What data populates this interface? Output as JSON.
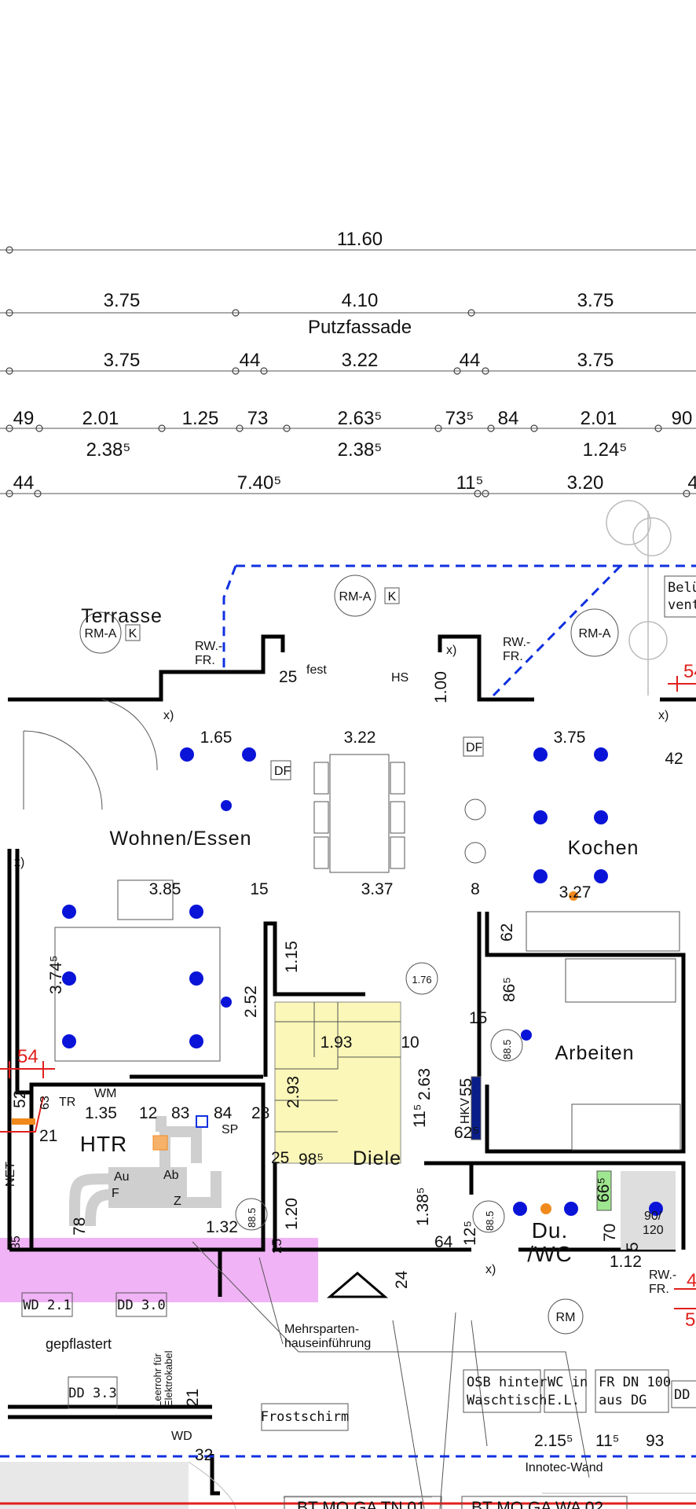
{
  "dimensions": {
    "row1": {
      "total": "11.60"
    },
    "row2": {
      "left": "3.75",
      "mid": "4.10",
      "right": "3.75",
      "label": "Putzfassade"
    },
    "row3": {
      "a": "3.75",
      "b": "44",
      "c": "3.22",
      "d": "44",
      "e": "3.75"
    },
    "row4": {
      "a": "49",
      "b": "2.01",
      "c": "1.25",
      "d": "73",
      "e": "2.63⁵",
      "f": "73⁵",
      "g": "84",
      "h": "2.01",
      "i": "90",
      "sub_a": "2.38⁵",
      "sub_b": "2.38⁵",
      "sub_c": "1.24⁵"
    },
    "row5": {
      "a": "44",
      "b": "7.40⁵",
      "c": "11⁵",
      "d": "3.20",
      "e": "4"
    }
  },
  "rooms": {
    "terrasse": "Terrasse",
    "wohnen": "Wohnen/Essen",
    "kochen": "Kochen",
    "arbeiten": "Arbeiten",
    "htr": "HTR",
    "diele": "Diele",
    "du": "Du.",
    "wc": "/WC",
    "gepflastert": "gepflastert"
  },
  "tags": {
    "rma_k_1": "RM-A",
    "k1": "K",
    "rma_k_2": "RM-A",
    "k2": "K",
    "rma_3": "RM-A",
    "rm": "RM"
  },
  "labels": {
    "rw1": "RW.-",
    "fr1": "FR.",
    "rw2": "RW.-",
    "fr2": "FR.",
    "rw3": "RW.-",
    "fr3": "FR.",
    "fest": "fest",
    "hs": "HS",
    "d25": "25",
    "d100": "1.00",
    "x1": "x)",
    "x2": "x)",
    "x3": "x)",
    "x4": "x)",
    "x5": "x)",
    "red54a": "54",
    "red54b": "54",
    "red54c": "54",
    "red4": "4",
    "df1": "DF",
    "df2": "DF",
    "d165": "1.65",
    "d322": "3.22",
    "d375": "3.75",
    "d42": "42",
    "d385": "3.85",
    "d15a": "15",
    "d337": "3.37",
    "d8": "8",
    "d327": "3.27",
    "d374": "3.74⁵",
    "d115": "1.15",
    "d252": "2.52",
    "c176": "1.76",
    "d62": "62",
    "d865": "86⁵",
    "d15b": "15",
    "c885a": "88.5",
    "d55": "55",
    "hkv": "HKV",
    "d625": "62⁵",
    "d193": "1.93",
    "d10": "10",
    "d293": "2.93",
    "d263": "2.63",
    "d115b": "11⁵",
    "d25b": "25",
    "d985": "98⁵",
    "d1385": "1.38⁵",
    "d64": "64",
    "d125": "12⁵",
    "c885b": "88.5",
    "d665": "66⁵",
    "d70": "70",
    "d90120a": "90/",
    "d90120b": "120",
    "d112": "1.12",
    "d5": "5",
    "d24": "24",
    "d52": "52",
    "d63": "63",
    "tr": "TR",
    "wm": "WM",
    "d135": "1.35",
    "d12": "12",
    "d83": "83",
    "d84": "84",
    "d28": "28",
    "sp": "SP",
    "d21": "21",
    "au": "Au",
    "ab": "Ab",
    "f": "F",
    "z": "Z",
    "d132": "1.32",
    "c885c": "88.5",
    "d25c": "25",
    "d120": "1.20",
    "d78": "78",
    "net": "NET",
    "d35": "35",
    "wd21": "WD 2.1",
    "dd30": "DD 3.0",
    "dd33": "DD 3.3",
    "mehr1": "Mehrsparten-",
    "mehr2": "hauseinführung",
    "frost": "Frostschirm",
    "leer1": "Leerrohr für",
    "leer2": "Elektrokabel",
    "d21b": "21",
    "wd": "WD",
    "d32": "32",
    "d2155": "2.15⁵",
    "d115c": "11⁵",
    "d93": "93",
    "innotec": "Innotec-Wand",
    "belu1": "Belü",
    "belu2": "vent"
  },
  "notes": {
    "osb1": "OSB hinter",
    "osb2": "Waschtisch",
    "wc1": "WC in",
    "wc2": "E.L.",
    "fr1": "FR DN 100",
    "fr2": "aus DG",
    "dd": "DD",
    "bt1": "BT MO GA TN 01",
    "bt2": "BT MO GA WA 02"
  },
  "colors": {
    "wall": "#000000",
    "boundary_dash": "#1030e0",
    "light_point": "#0a14d8",
    "stair_fill": "#fbf7b8",
    "pink_band": "#f0b3f5",
    "red_marker": "#e0201c",
    "orange": "#f08a1c"
  }
}
